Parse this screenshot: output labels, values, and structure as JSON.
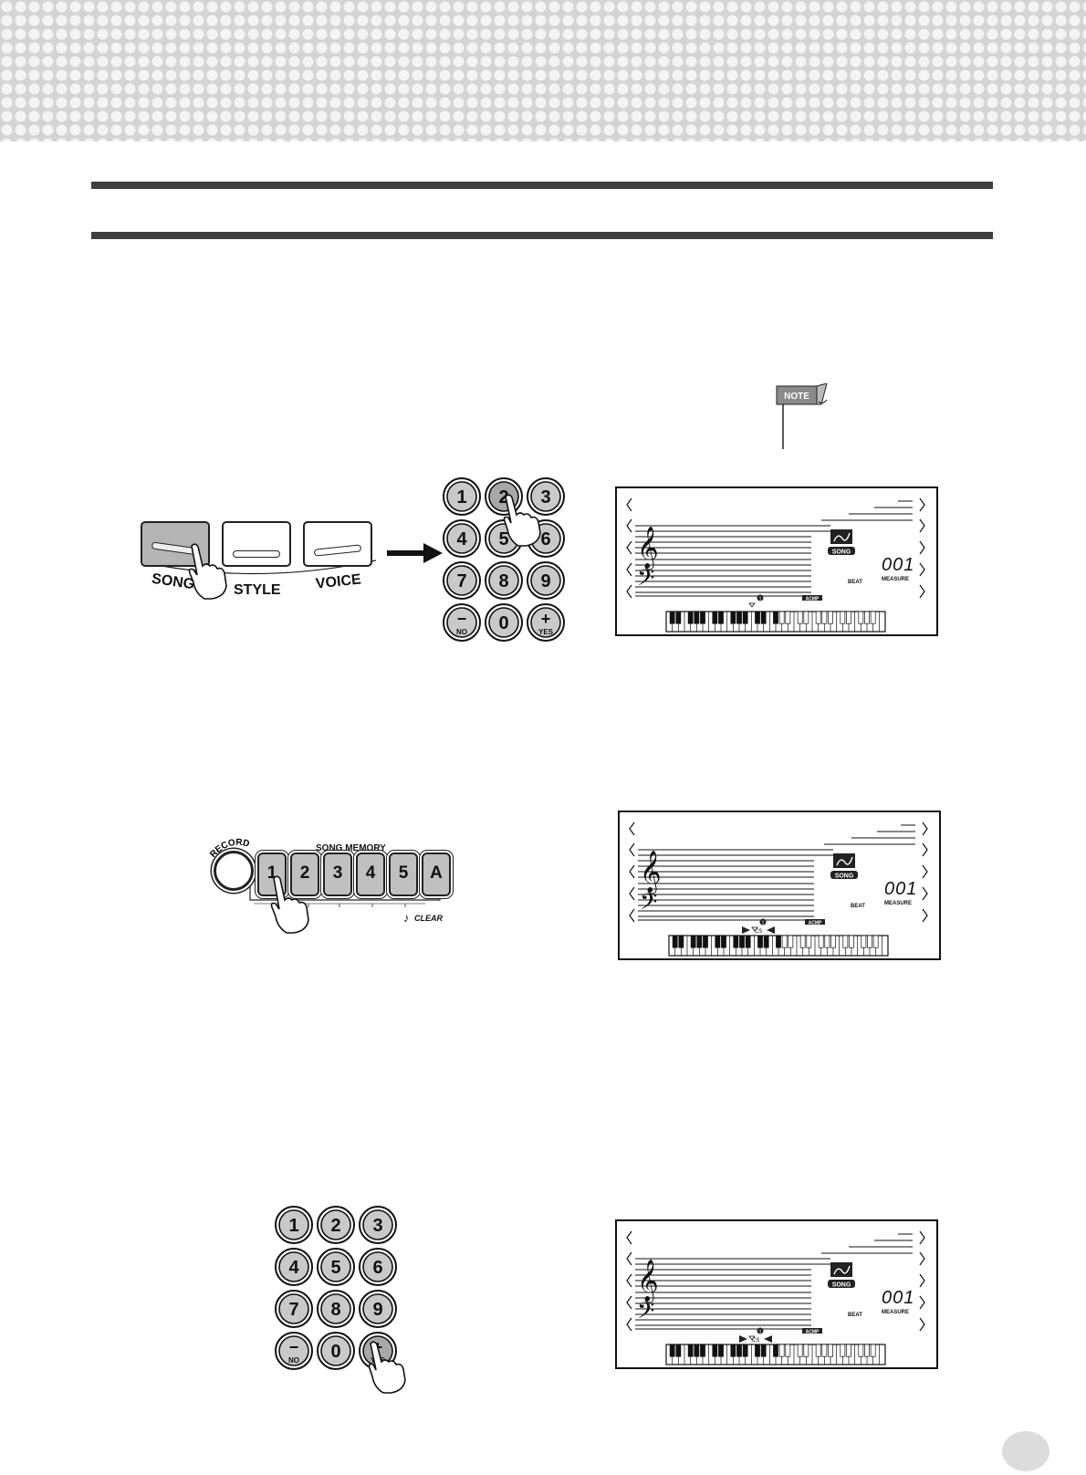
{
  "header": {
    "note_badge": "NOTE"
  },
  "step1": {
    "mode_buttons": [
      {
        "label": "SONG",
        "pressed": true
      },
      {
        "label": "STYLE",
        "pressed": false
      },
      {
        "label": "VOICE",
        "pressed": false
      }
    ]
  },
  "keypad": {
    "keys": [
      "1",
      "2",
      "3",
      "4",
      "5",
      "6",
      "7",
      "8",
      "9",
      "−",
      "0",
      "+"
    ],
    "no_label": "NO",
    "yes_label": "YES"
  },
  "step2": {
    "record_label": "RECORD",
    "memory_title": "SONG MEMORY",
    "memory_buttons": [
      "1",
      "2",
      "3",
      "4",
      "5",
      "A"
    ],
    "clear_label": "CLEAR"
  },
  "lcd": {
    "song_badge": "SONG",
    "measure_value": "001",
    "beat_label": "BEAT",
    "measure_label": "MEASURE",
    "acmp_label": "ACMP",
    "track_marker": "1"
  },
  "colors": {
    "rule": "#3f3f3f",
    "pressed_key": "#b5b5b5",
    "key_fill": "#c9c9c9",
    "header_band": "#d4d4d4"
  }
}
